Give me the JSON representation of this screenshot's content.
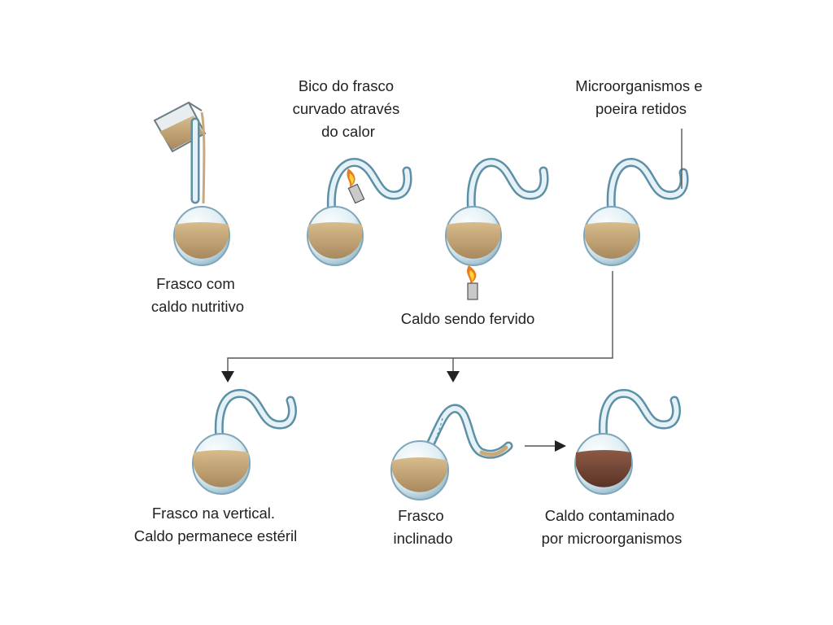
{
  "labels": {
    "flask_broth": [
      "Frasco com",
      "caldo nutritivo"
    ],
    "neck_bent": [
      "Bico do frasco",
      "curvado através",
      "do calor"
    ],
    "boiling": [
      "Caldo sendo fervido"
    ],
    "retained": [
      "Microorganismos e",
      "poeira retidos"
    ],
    "upright": [
      "Frasco na vertical.",
      "Caldo permanece estéril"
    ],
    "tilted": [
      "Frasco",
      "inclinado"
    ],
    "contaminated": [
      "Caldo contaminado",
      "por microorganismos"
    ]
  },
  "colors": {
    "broth": "#c9a978",
    "broth_dark": "#a9875a",
    "broth_contaminated": "#7a4a3a",
    "glass": "#5d8fa6",
    "glass_highlight": "#e4f1f6",
    "arrow": "#555555"
  }
}
